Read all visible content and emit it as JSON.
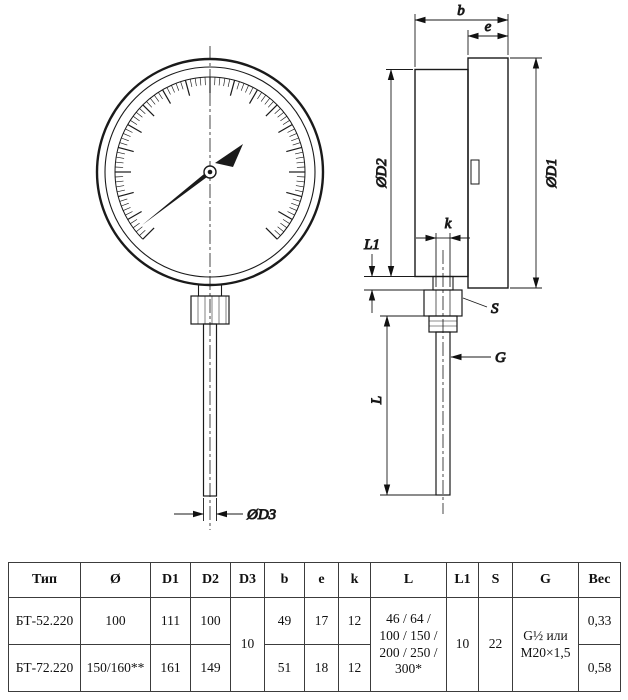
{
  "diagram": {
    "labels": {
      "b": "b",
      "e": "e",
      "d2": "ØD2",
      "d1": "ØD1",
      "k": "k",
      "l1": "L1",
      "s": "S",
      "g": "G",
      "l": "L",
      "d3": "ØD3"
    }
  },
  "table": {
    "headers": [
      "Тип",
      "Ø",
      "D1",
      "D2",
      "D3",
      "b",
      "e",
      "k",
      "L",
      "L1",
      "S",
      "G",
      "Вес"
    ],
    "rows": [
      {
        "type": "БТ-52.220",
        "diameter": "100",
        "d1": "111",
        "d2": "100",
        "b": "49",
        "e": "17",
        "k": "12",
        "ves": "0,33"
      },
      {
        "type": "БТ-72.220",
        "diameter": "150/160**",
        "d1": "161",
        "d2": "149",
        "b": "51",
        "e": "18",
        "k": "12",
        "ves": "0,58"
      }
    ],
    "merged": {
      "d3": "10",
      "l": "46 / 64 / 100 / 150 / 200 / 250 / 300*",
      "l1": "10",
      "s": "22",
      "g": "G½ или М20×1,5"
    }
  }
}
